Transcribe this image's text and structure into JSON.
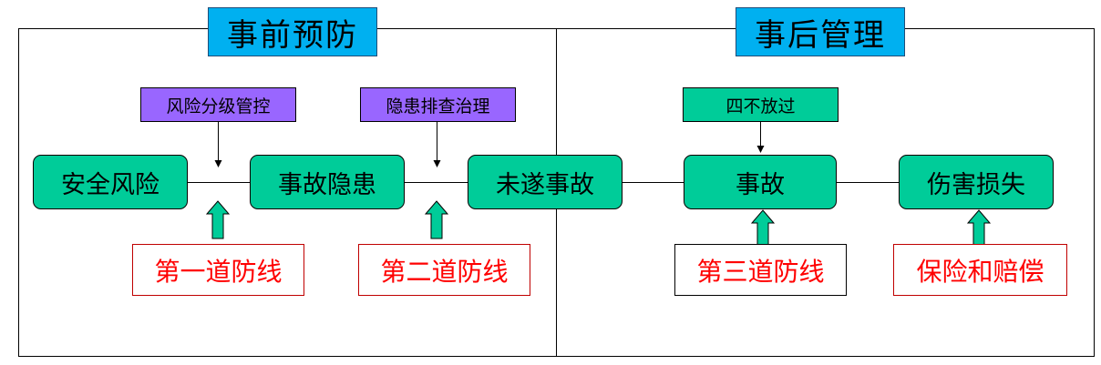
{
  "sections": {
    "left_title": "事前预防",
    "right_title": "事后管理"
  },
  "notes": {
    "risk_control": "风险分级管控",
    "hazard_governance": "隐患排查治理",
    "four_no_pass": "四不放过"
  },
  "nodes": {
    "safety_risk": "安全风险",
    "accident_hazard": "事故隐患",
    "near_miss": "未遂事故",
    "accident": "事故",
    "injury_loss": "伤害损失"
  },
  "defenses": {
    "first": "第一道防线",
    "second": "第二道防线",
    "third": "第三道防线",
    "insurance": "保险和赔偿"
  },
  "colors": {
    "title_fill": "#00b0f0",
    "node_fill": "#00cc99",
    "note_purple": "#9966ff",
    "defense_text": "#ff0000",
    "arrow_fill": "#00cc99"
  }
}
